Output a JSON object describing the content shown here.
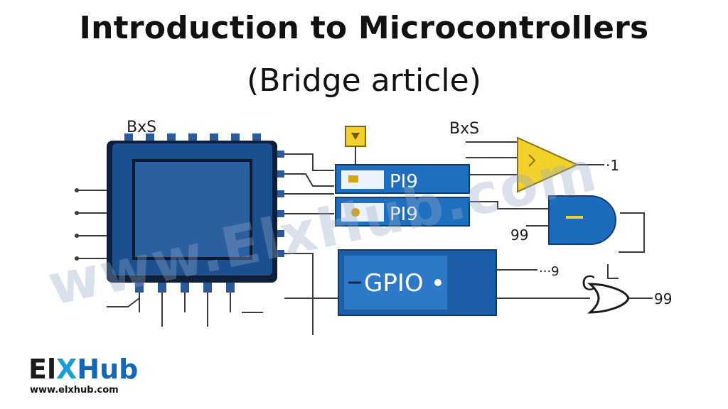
{
  "title": "Introduction to Microcontrollers",
  "subtitle": "(Bridge article)",
  "labels": {
    "chip_top": "BхS",
    "gate_top": "BхS",
    "pin_box_1": "PI9",
    "pin_box_2": "PI9",
    "gpio": "GPIO",
    "gate_out_1": "·1",
    "gate_out_2": "99",
    "and_in": "99",
    "gpio_out": "···9",
    "mux_label": "C",
    "mux_out": "99"
  },
  "watermark": "www.ElxHub.com",
  "logo": {
    "el": "El",
    "x": "X",
    "hub": "Hub",
    "url": "www.elxhub.com"
  },
  "colors": {
    "chip": "#1b4f8f",
    "chip_screen": "#2c5fa0",
    "box": "#1f6fc0",
    "buffer": "#f1d12a",
    "and_gate": "#1c6bbd"
  }
}
